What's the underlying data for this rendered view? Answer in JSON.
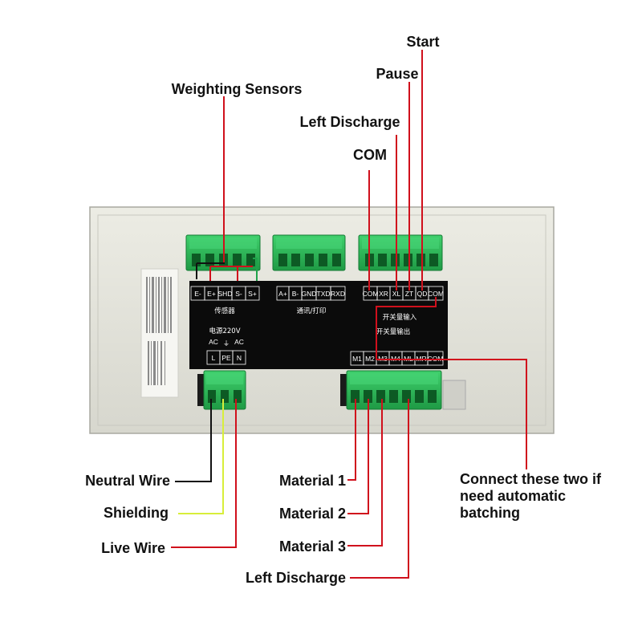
{
  "labels": {
    "start": "Start",
    "pause": "Pause",
    "left_discharge_top": "Left Discharge",
    "com": "COM",
    "weighting_sensors": "Weighting Sensors",
    "neutral_wire": "Neutral Wire",
    "shielding": "Shielding",
    "live_wire": "Live Wire",
    "material_1": "Material 1",
    "material_2": "Material 2",
    "material_3": "Material 3",
    "left_discharge_bottom": "Left Discharge",
    "connect_line1": "Connect these two if",
    "connect_line2": "need automatic",
    "connect_line3": "batching"
  },
  "panel": {
    "sensor_pins": [
      "E-",
      "E+",
      "SHD",
      "S-",
      "S+"
    ],
    "sensor_caption": "传感器",
    "comm_pins": [
      "A+",
      "B-",
      "GND",
      "TXD",
      "RXD"
    ],
    "comm_caption": "通讯/打印",
    "input_pins": [
      "COM",
      "XR",
      "XL",
      "ZT",
      "QD",
      "COM"
    ],
    "input_caption": "开关量输入",
    "output_caption": "开关量输出",
    "output_pins": [
      "M1",
      "M2",
      "M3",
      "M4",
      "ML",
      "MR",
      "COM"
    ],
    "power_caption": "电源220V",
    "power_ac_left": "AC",
    "power_ac_right": "AC",
    "power_ground": "⏚",
    "power_pins": [
      "L",
      "PE",
      "N"
    ]
  },
  "colors": {
    "wire_red": "#d0101c",
    "wire_black": "#111111",
    "wire_yellow": "#d8ee3a",
    "wire_green": "#1fa34a",
    "terminal_green": "#2dbb58",
    "case": "#e3e3da"
  }
}
